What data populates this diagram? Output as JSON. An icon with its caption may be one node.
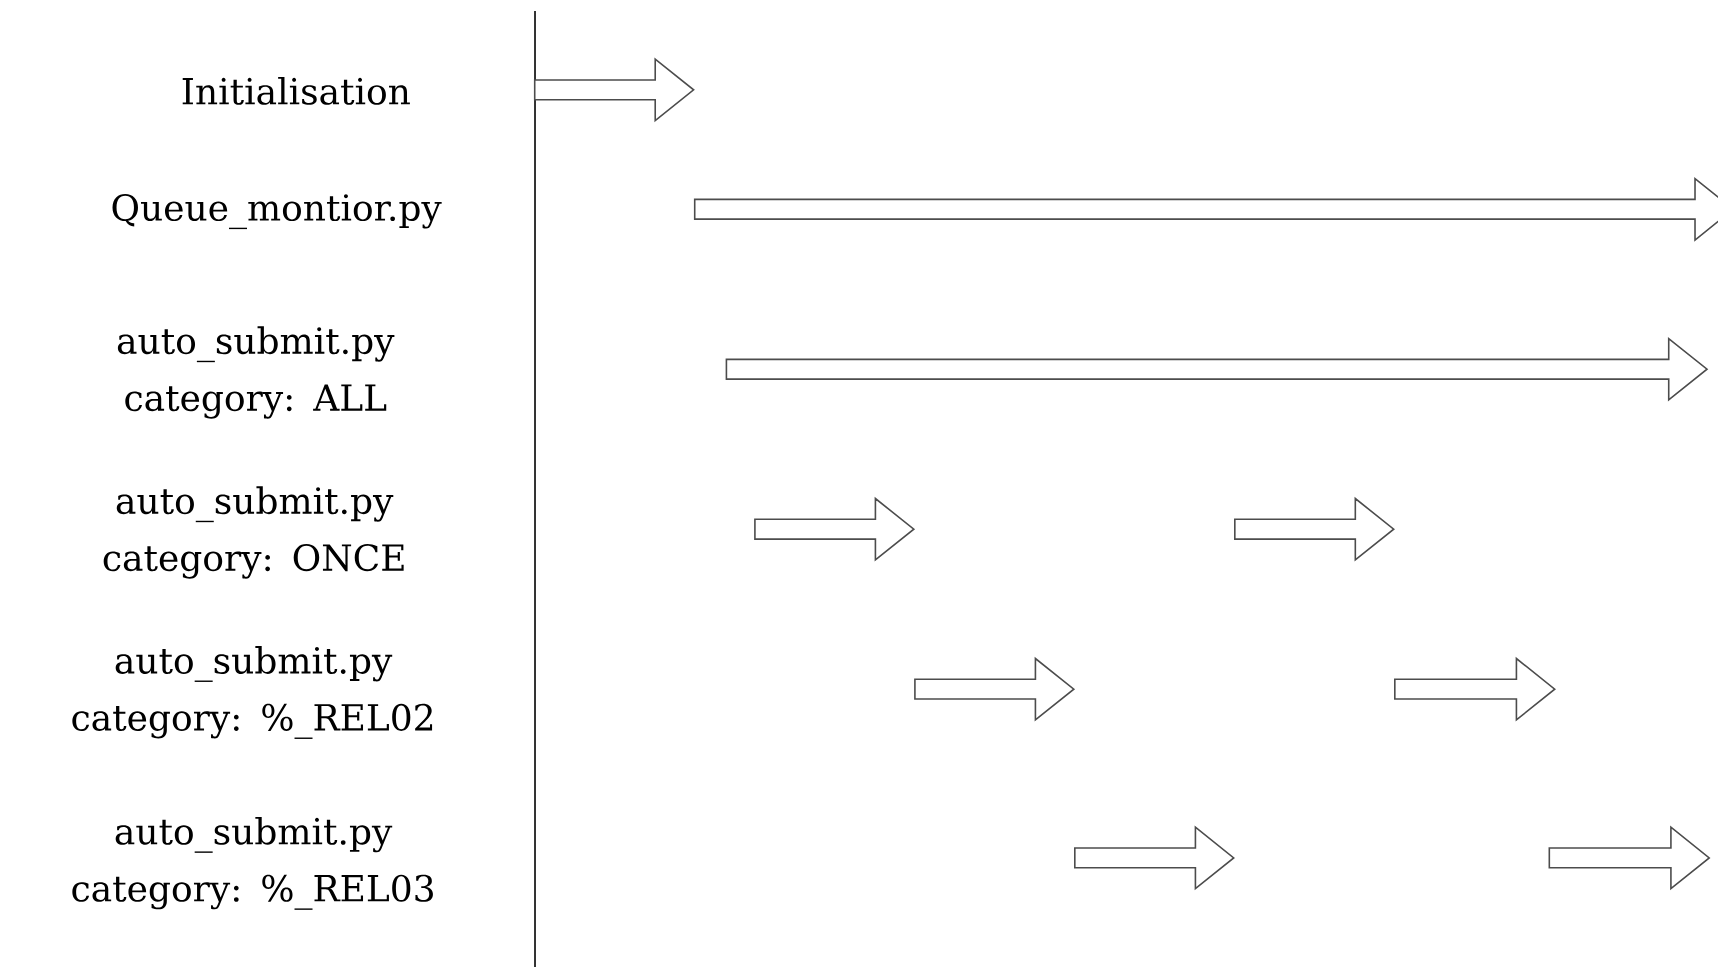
{
  "diagram": {
    "labels": [
      "Initialisation",
      "Queue_montior.py",
      "auto_submit.py category: ALL",
      "auto_submit.py category: ONCE",
      "auto_submit.py category: %_REL02",
      "auto_submit.py category: %_REL03"
    ]
  }
}
